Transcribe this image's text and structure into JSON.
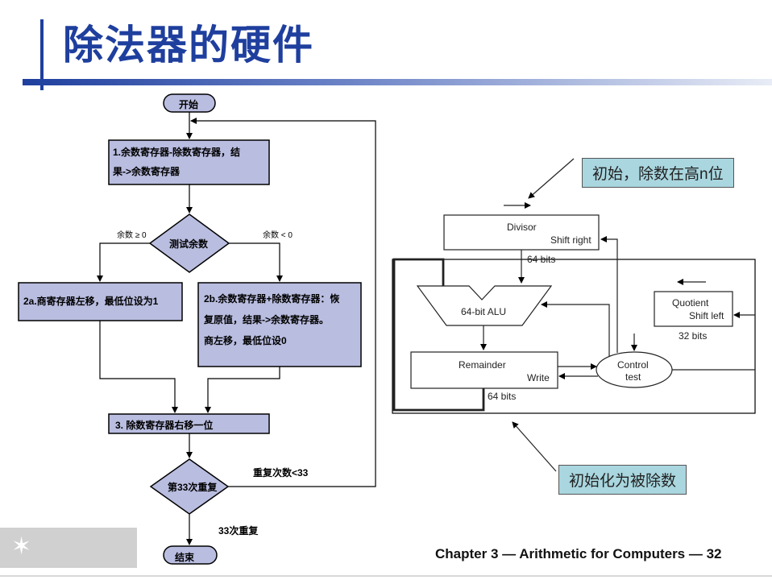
{
  "title": "除法器的硬件",
  "flowchart": {
    "start": "开始",
    "step1_line1": "1.余数寄存器-除数寄存器，结",
    "step1_line2": "果->余数寄存器",
    "test": "测试余数",
    "branch_ge": "余数 ≥ 0",
    "branch_lt": "余数 < 0",
    "step2a": "2a.商寄存器左移，最低位设为1",
    "step2b_line1": "2b.余数寄存器+除数寄存器：恢",
    "step2b_line2": "复原值，结果->余数寄存器。",
    "step2b_line3": "商左移，最低位设0",
    "step3": "3. 除数寄存器右移一位",
    "repeat_test": "第33次重复",
    "repeat_lt": "重复次数<33",
    "repeat_done": "33次重复",
    "end": "结束"
  },
  "hardware": {
    "divisor": "Divisor",
    "divisor_shift": "Shift right",
    "divisor_bits": "64 bits",
    "alu": "64-bit ALU",
    "remainder": "Remainder",
    "remainder_write": "Write",
    "remainder_bits": "64 bits",
    "quotient": "Quotient",
    "quotient_shift": "Shift left",
    "quotient_bits": "32 bits",
    "control_line1": "Control",
    "control_line2": "test"
  },
  "callouts": {
    "top": "初始，除数在高n位",
    "bottom": "初始化为被除数"
  },
  "footer": "Chapter 3 — Arithmetic for Computers — 32",
  "colors": {
    "title": "#1f3f9e",
    "box_fill": "#b9bde0",
    "callout_fill": "#a9d6df"
  }
}
